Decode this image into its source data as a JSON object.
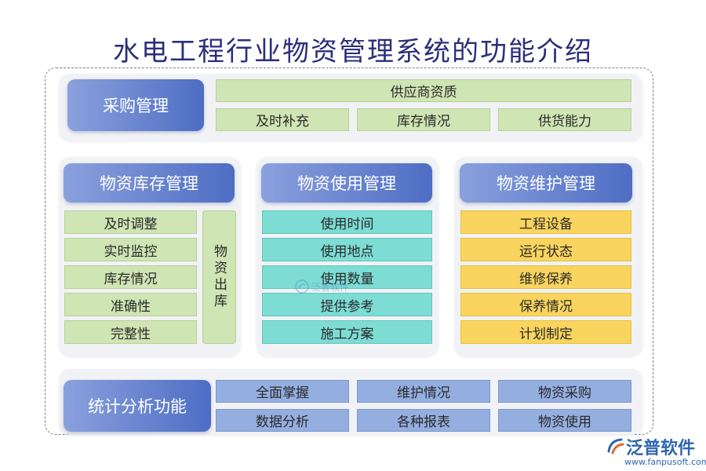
{
  "title": "水电工程行业物资管理系统的功能介绍",
  "procurement": {
    "header": "采购管理",
    "top": "供应商资质",
    "items": [
      "及时补充",
      "库存情况",
      "供货能力"
    ]
  },
  "inventory": {
    "header": "物资库存管理",
    "items": [
      "及时调整",
      "实时监控",
      "库存情况",
      "准确性",
      "完整性"
    ],
    "side": "物资出库"
  },
  "usage": {
    "header": "物资使用管理",
    "items": [
      "使用时间",
      "使用地点",
      "使用数量",
      "提供参考",
      "施工方案"
    ]
  },
  "maintenance": {
    "header": "物资维护管理",
    "items": [
      "工程设备",
      "运行状态",
      "维修保养",
      "保养情况",
      "计划制定"
    ]
  },
  "statistics": {
    "header": "统计分析功能",
    "items": [
      "全面掌握",
      "维护情况",
      "物资采购",
      "数据分析",
      "各种报表",
      "物资使用"
    ]
  },
  "watermark": "泛普软件",
  "logo": {
    "name": "泛普软件",
    "url": "www.fanpusoft.com"
  },
  "colors": {
    "title": "#2b2f7a",
    "header": "#4e6dc4",
    "green": "#cfe5b4",
    "teal": "#7ddcd4",
    "yellow": "#f9d45e",
    "blue": "#94aee0"
  }
}
